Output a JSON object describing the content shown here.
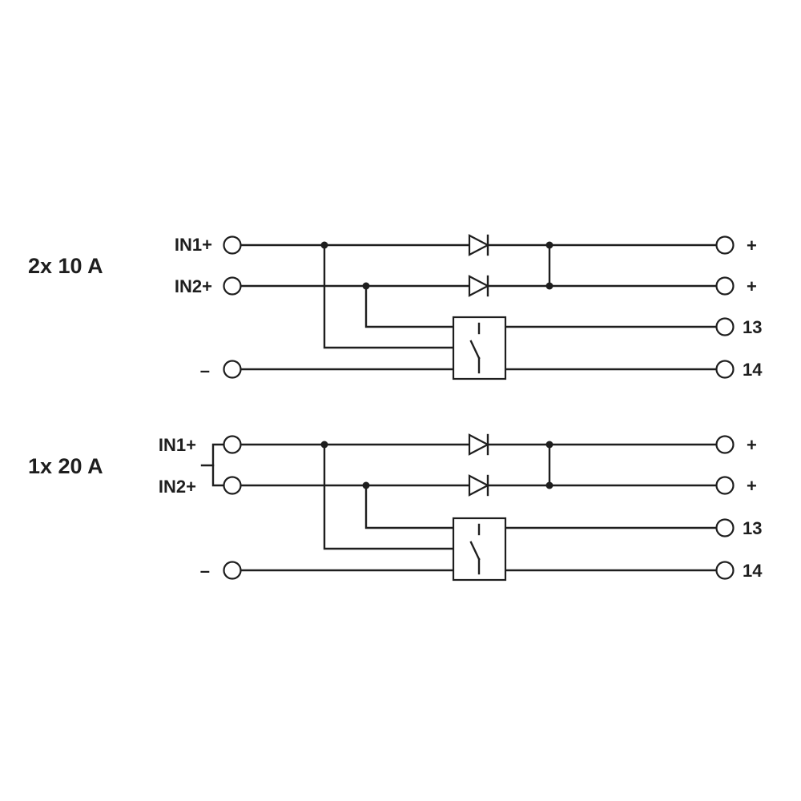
{
  "groups": [
    {
      "title": "2x 10 A",
      "inputs": [
        "IN1+",
        "IN2+",
        "–"
      ],
      "outputs": [
        "+",
        "+",
        "13",
        "14"
      ]
    },
    {
      "title": "1x 20 A",
      "inputs": [
        "IN1+",
        "IN2+",
        "–"
      ],
      "outputs": [
        "+",
        "+",
        "13",
        "14"
      ]
    }
  ],
  "colors": {
    "line": "#1e1e1e",
    "background": "#ffffff"
  }
}
